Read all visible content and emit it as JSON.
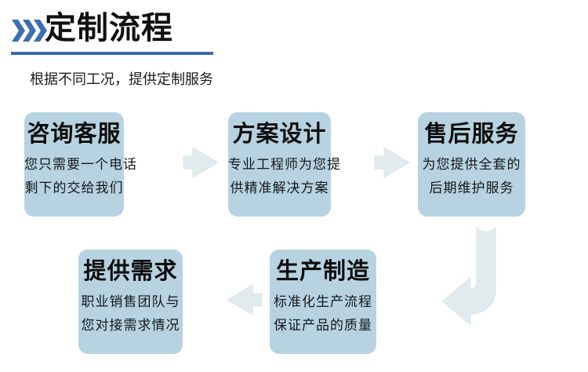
{
  "page": {
    "background": "#ffffff",
    "accent_blue": "#3a6bab",
    "box_fill": "#b7d3e1",
    "arrow_fill": "#e1eaed"
  },
  "header": {
    "chevron_icon": "triple-chevron-right-icon",
    "chevron_color": "#3d6fb0",
    "title": "定制流程",
    "rule_color": "#3a6bab",
    "subtitle": "根据不同工况，提供定制服务"
  },
  "flow": {
    "steps": [
      {
        "id": "step-consult",
        "title": "咨询客服",
        "lines": [
          "您只需要一个电话",
          "剩下的交给我们"
        ]
      },
      {
        "id": "step-design",
        "title": "方案设计",
        "lines": [
          "专业工程师为您提",
          "供精准解决方案"
        ]
      },
      {
        "id": "step-aftersales",
        "title": "售后服务",
        "lines": [
          "为您提供全套的",
          "后期维护服务"
        ]
      },
      {
        "id": "step-requirements",
        "title": "提供需求",
        "lines": [
          "职业销售团队与",
          "您对接需求情况"
        ]
      },
      {
        "id": "step-manufacture",
        "title": "生产制造",
        "lines": [
          "标准化生产流程",
          "保证产品的质量"
        ]
      }
    ],
    "connectors": [
      {
        "id": "connector-1",
        "icon": "arrow-right-icon"
      },
      {
        "id": "connector-2",
        "icon": "arrow-right-icon"
      },
      {
        "id": "connector-3",
        "icon": "arrow-left-icon"
      },
      {
        "id": "connector-4",
        "icon": "arrow-elbow-down-left-icon"
      }
    ]
  }
}
